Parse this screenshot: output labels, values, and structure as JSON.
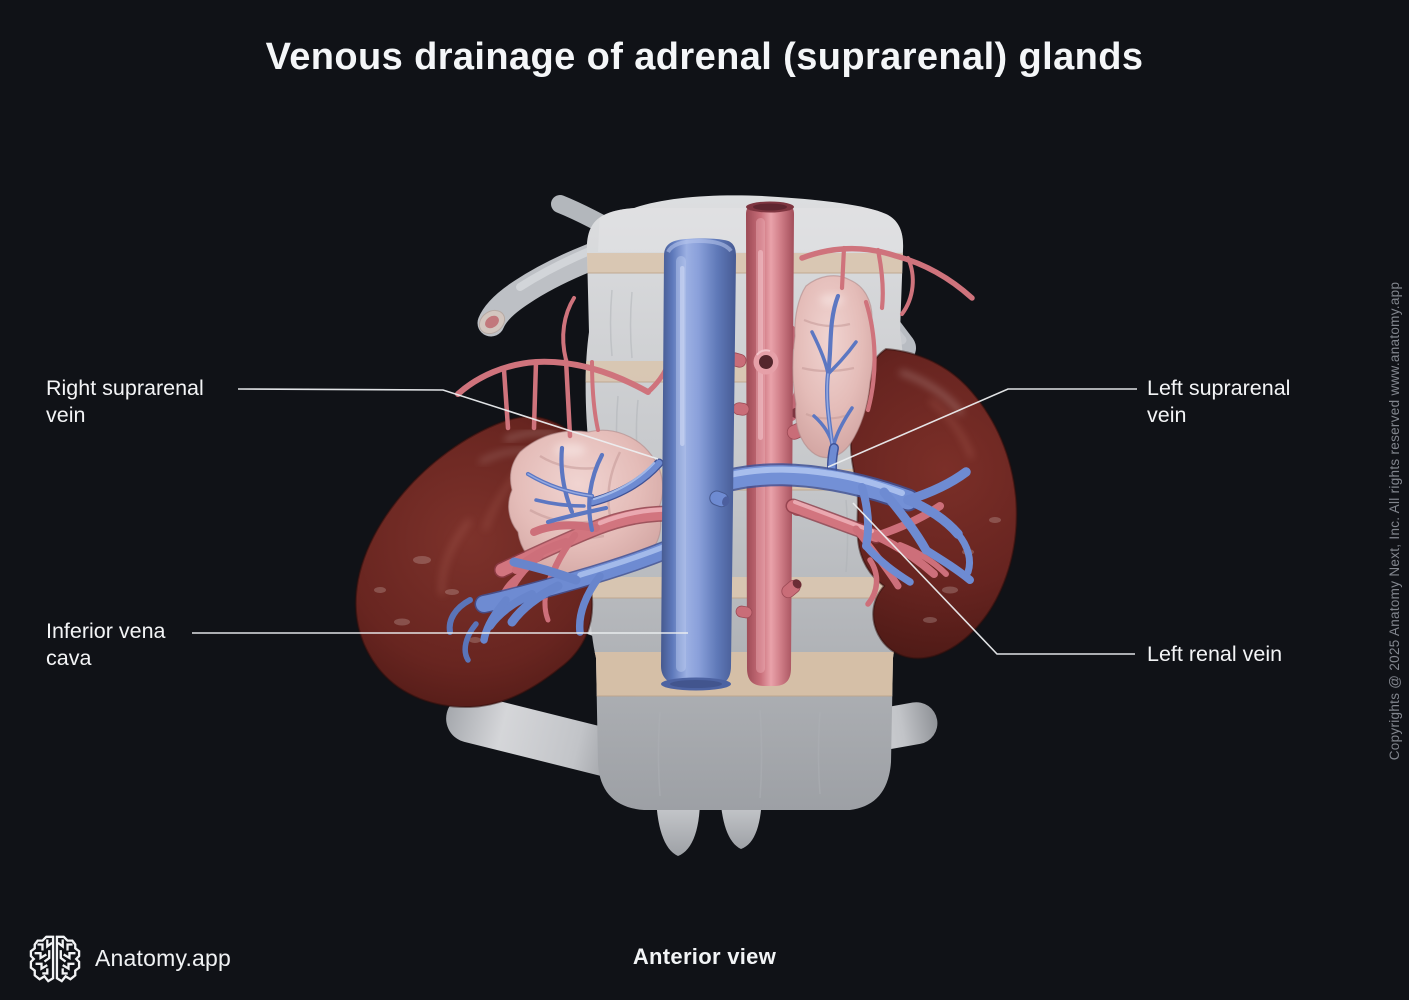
{
  "title": "Venous drainage of adrenal (suprarenal) glands",
  "view_label": "Anterior view",
  "brand": {
    "name": "Anatomy.app",
    "logo_icon": "brain-icon"
  },
  "copyright": "Copyrights @ 2025 Anatomy Next, Inc. All rights reserved www.anatomy.app",
  "annotations": [
    {
      "id": "right-suprarenal-vein",
      "text": "Right suprarenal vein"
    },
    {
      "id": "inferior-vena-cava",
      "text": "Inferior vena cava"
    },
    {
      "id": "left-suprarenal-vein",
      "text": "Left suprarenal vein"
    },
    {
      "id": "left-renal-vein",
      "text": "Left renal vein"
    }
  ],
  "colors": {
    "background": "#101217",
    "vein_blue": "#6e8bd2",
    "artery_red": "#d2757f",
    "kidney_maroon": "#652420",
    "adrenal_pink": "#e2bab6",
    "bone_gray": "#c9cbce",
    "leader_line": "#eceef0",
    "text": "#f3f4f6"
  }
}
